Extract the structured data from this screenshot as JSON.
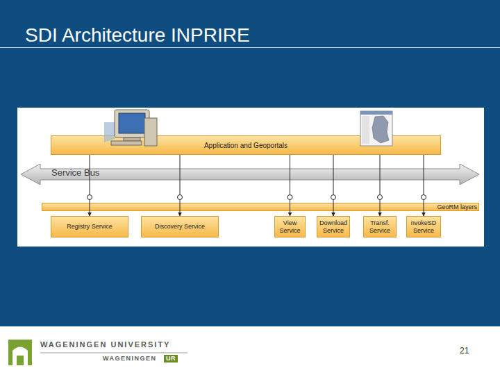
{
  "diagram": {
    "title": "SDI Architecture INPRIRE",
    "nodes": [
      {
        "text": [
          "Application and Geoportals"
        ]
      },
      {
        "text": [
          "Service Bus"
        ]
      },
      {
        "text": [
          "GeoRM layers"
        ]
      },
      {
        "text": [
          "Registry Service"
        ]
      },
      {
        "text": [
          "Discovery Service"
        ]
      },
      {
        "text": [
          "View Service"
        ]
      },
      {
        "text": [
          "Download Service"
        ]
      },
      {
        "text": [
          "Transf. Service"
        ]
      },
      {
        "text": [
          "nvokeSD Service"
        ]
      }
    ],
    "edges": [
      {
        "from": 0,
        "to": 3,
        "arrow": "to"
      },
      {
        "from": 0,
        "to": 4,
        "arrow": "to"
      },
      {
        "from": 0,
        "to": 5,
        "arrow": "to"
      },
      {
        "from": 0,
        "to": 6,
        "arrow": "to"
      },
      {
        "from": 0,
        "to": 7,
        "arrow": "to"
      },
      {
        "from": 0,
        "to": 8,
        "arrow": "to"
      }
    ],
    "labels": [
      "WAGENINGEN UNIVERSITY",
      "WAGENINGEN",
      "UR",
      "21"
    ]
  }
}
